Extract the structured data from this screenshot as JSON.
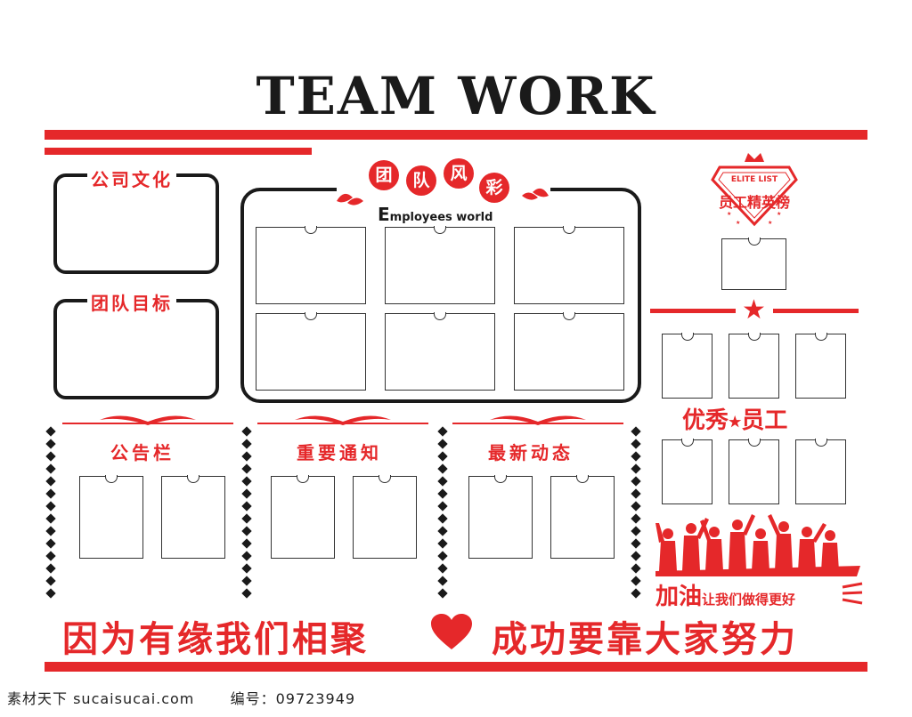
{
  "header": {
    "title": "TEAM WORK"
  },
  "culture": {
    "label": "公司文化"
  },
  "goals": {
    "label": "团队目标"
  },
  "gallery": {
    "chars": [
      "团",
      "队",
      "风",
      "彩"
    ],
    "subtitle_initial": "E",
    "subtitle_rest": "mployees world"
  },
  "elite": {
    "badge_en": "ELITE LIST",
    "badge_cn": "员工精英榜"
  },
  "sections": [
    {
      "title": "公告栏"
    },
    {
      "title": "重要通知"
    },
    {
      "title": "最新动态"
    }
  ],
  "excellent": {
    "left": "优秀",
    "right": "员工"
  },
  "cheer": {
    "big": "加油",
    "small": "让我们做得更好"
  },
  "slogan": {
    "left": "因为有缘我们相聚",
    "right": "成功要靠大家努力"
  },
  "footer": {
    "site": "素材天下 sucaisucai.com",
    "id_label": "编号：",
    "id": "09723949"
  },
  "colors": {
    "accent": "#e5282a",
    "ink": "#1a1a1a"
  }
}
